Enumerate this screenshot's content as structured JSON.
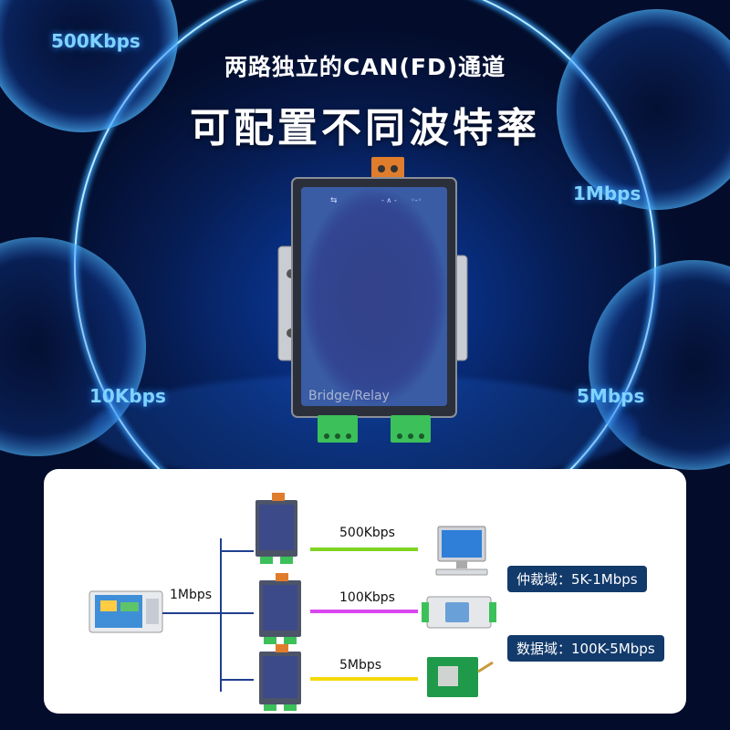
{
  "hero": {
    "title": "两路独立的CAN(FD)通道",
    "subtitle": "可配置不同波特率",
    "speeds": {
      "top_left": "500Kbps",
      "top_right": "1Mbps",
      "bottom_left": "10Kbps",
      "bottom_right": "5Mbps"
    },
    "device_label": "Bridge/Relay"
  },
  "diagram": {
    "source_speed": "1Mbps",
    "branches": [
      {
        "speed": "500Kbps",
        "line_color": "#7ed321"
      },
      {
        "speed": "100Kbps",
        "line_color": "#d946ef"
      },
      {
        "speed": "5Mbps",
        "line_color": "#f5d90a"
      }
    ],
    "arbitration_domain": "仲裁域：5K-1Mbps",
    "data_domain": "数据域：100K-5Mbps"
  },
  "colors": {
    "accent_blue": "#2a8cff",
    "pill_bg": "#123a6b",
    "bus_line": "#1f3f8f"
  }
}
